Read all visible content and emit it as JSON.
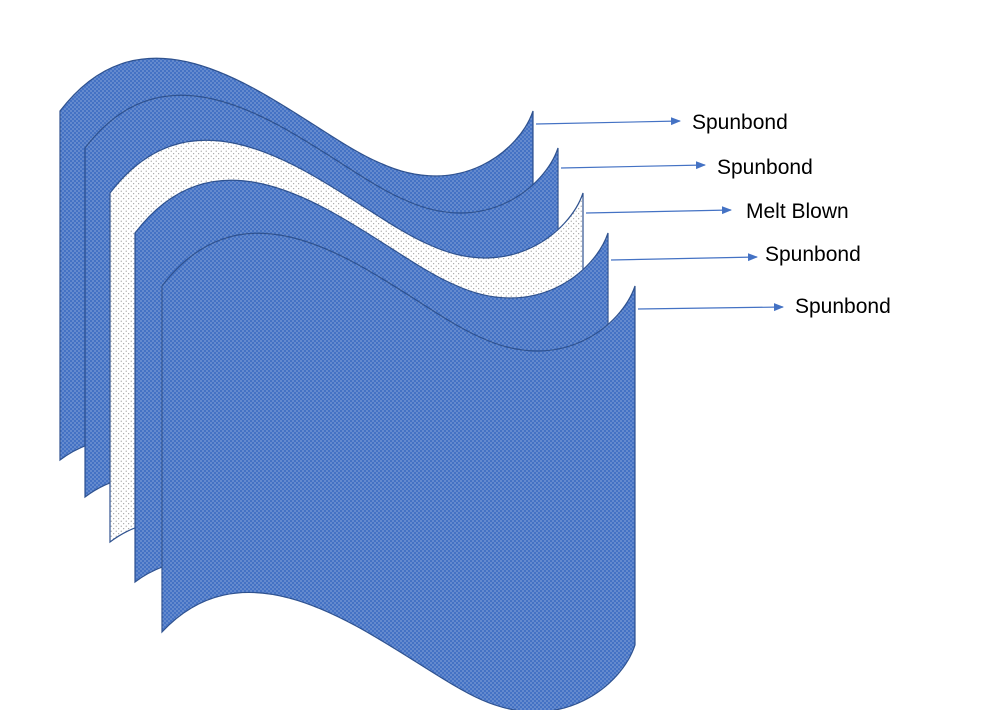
{
  "layers": [
    {
      "label": "Spunbond",
      "material": "spunbond"
    },
    {
      "label": "Spunbond",
      "material": "spunbond"
    },
    {
      "label": "Melt Blown",
      "material": "meltblown"
    },
    {
      "label": "Spunbond",
      "material": "spunbond"
    },
    {
      "label": "Spunbond",
      "material": "spunbond"
    }
  ],
  "colors": {
    "spunbond_fill": "#4472C4",
    "spunbond_dots": "#b4c7e7",
    "outline": "#2F528F",
    "meltblown_fill": "#ffffff",
    "meltblown_dots": "#808080",
    "arrow": "#4472C4"
  }
}
